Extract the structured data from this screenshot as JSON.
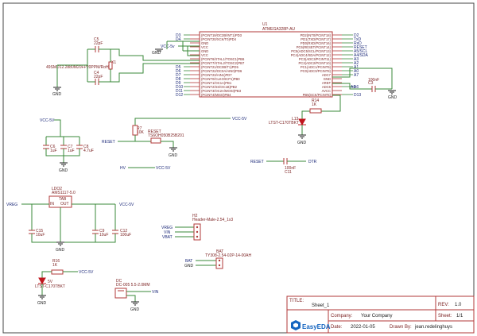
{
  "mcu": {
    "ref": "U1",
    "part": "ATMEGA328P-AU",
    "left_pins": [
      "(PCINT19/OC2B/INT1)PD3",
      "(PCINT20/XCK/T0)PD4",
      "GND",
      "VCC",
      "GND",
      "VCC",
      "(PCINT6/XTAL1/TOSC1)PB6",
      "(PCINT7/XTAL2/TOSC2)PB7",
      "(PCINT21/OC0B/T1)PD5",
      "(PCINT22/OC0A/AIN0)PD6",
      "(PCINT23/AIN1)PD7",
      "(PCINT0/CLKO/ICP1)PB0",
      "(PCINT1/OC1A)PB1",
      "(PCINT2/SS/OC1B)PB2",
      "(PCINT3/OC2A/MOSI)PB3",
      "(PCINT4/MISO)PB4"
    ],
    "right_pins": [
      "PD2(INT0/PCINT18)",
      "PD1(TXD/PCINT17)",
      "PD0(RXD/PCINT16)",
      "PC6(RESET/PCINT14)",
      "PC5(ADC5/SCL/PCINT13)",
      "PC4(ADC4/SDA/PCINT12)",
      "PC3(ADC3/PCINT11)",
      "PC2(ADC2/PCINT10)",
      "PC1(ADC1/PCINT9)",
      "PC0(ADC0/PCINT8)",
      "ADC7",
      "GND",
      "AREF",
      "ADC6",
      "AVCC",
      "PB5(SCK/PCINT5)"
    ],
    "left_nets": [
      "D3",
      "D4",
      "",
      "",
      "",
      "",
      "",
      "",
      "D5",
      "D6",
      "D7",
      "D8",
      "D9",
      "D10",
      "D11",
      "D12"
    ],
    "right_nets": [
      "D2",
      "TxD",
      "RxD",
      "RESET",
      "A5/SCL",
      "A4/SDA",
      "A3",
      "A2",
      "A1",
      "A0",
      "A7",
      "",
      "",
      "A6",
      "",
      "D13"
    ]
  },
  "labels": {
    "vcc5v": "VCC-5v",
    "vcc_5v": "VCC-5V",
    "reset": "RESET",
    "dtr": "DTR",
    "hv": "HV",
    "vreg": "VREG",
    "vin": "VIN",
    "vbat": "VBAT",
    "bat": "BAT",
    "gnd": "GND"
  },
  "parts": {
    "c5": {
      "ref": "C5",
      "val": "22pF"
    },
    "c4": {
      "ref": "C4",
      "val": "22pF"
    },
    "x1": {
      "ref": "X1",
      "val": "49SMD12.2880M20FP20PPM/RoHS"
    },
    "r7": {
      "ref": "R7",
      "val": "10K"
    },
    "reset_sw": {
      "ref": "RESET",
      "val": "TS6OH050B25B201"
    },
    "c6": {
      "ref": "C6",
      "val": "1uF"
    },
    "c7": {
      "ref": "C7",
      "val": "1uF"
    },
    "c8": {
      "ref": "C8",
      "val": "4.7uF"
    },
    "c3": {
      "ref": "C3",
      "val": "100nF"
    },
    "r14": {
      "ref": "R14",
      "val": "1K"
    },
    "l13": {
      "ref": "L13",
      "val": "LTST-C170TBKT"
    },
    "c11": {
      "ref": "C11",
      "val": "100nF"
    },
    "ldo2": {
      "ref": "LDO2",
      "val": "AMS1117-5.0",
      "pins": [
        "IN",
        "TAB",
        "OUT",
        "GND"
      ]
    },
    "c15": {
      "ref": "C15",
      "val": "10uF"
    },
    "c9": {
      "ref": "C9",
      "val": "10uF"
    },
    "c12": {
      "ref": "C12",
      "val": "100uF"
    },
    "h2": {
      "ref": "H2",
      "val": "Header-Male-2.54_1x3"
    },
    "bat_conn": {
      "ref": "BAT",
      "val": "TY308-2.54-02P-14-00AH"
    },
    "r16": {
      "ref": "R16",
      "val": "1K"
    },
    "led5v": {
      "ref": "5V",
      "val": "LTST-C170TBKT"
    },
    "dc": {
      "ref": "DC",
      "val": "DC-005 5.5-2.0MM"
    }
  },
  "title_block": {
    "title_label": "TITLE:",
    "title": "Sheet_1",
    "rev_label": "REV:",
    "rev": "1.0",
    "company_label": "Company:",
    "company": "Your Company",
    "sheet_label": "Sheet:",
    "sheet": "1/1",
    "date_label": "Date:",
    "date": "2022-01-05",
    "drawn_label": "Drawn By:",
    "drawn": "jean.redelinghuys",
    "logo": "EasyEDA"
  },
  "colors": {
    "wire": "#3a8a3a",
    "part": "#b23a3a",
    "netlabel": "#1d2a7a",
    "led": "#c0161d",
    "logo": "#1565c0"
  }
}
